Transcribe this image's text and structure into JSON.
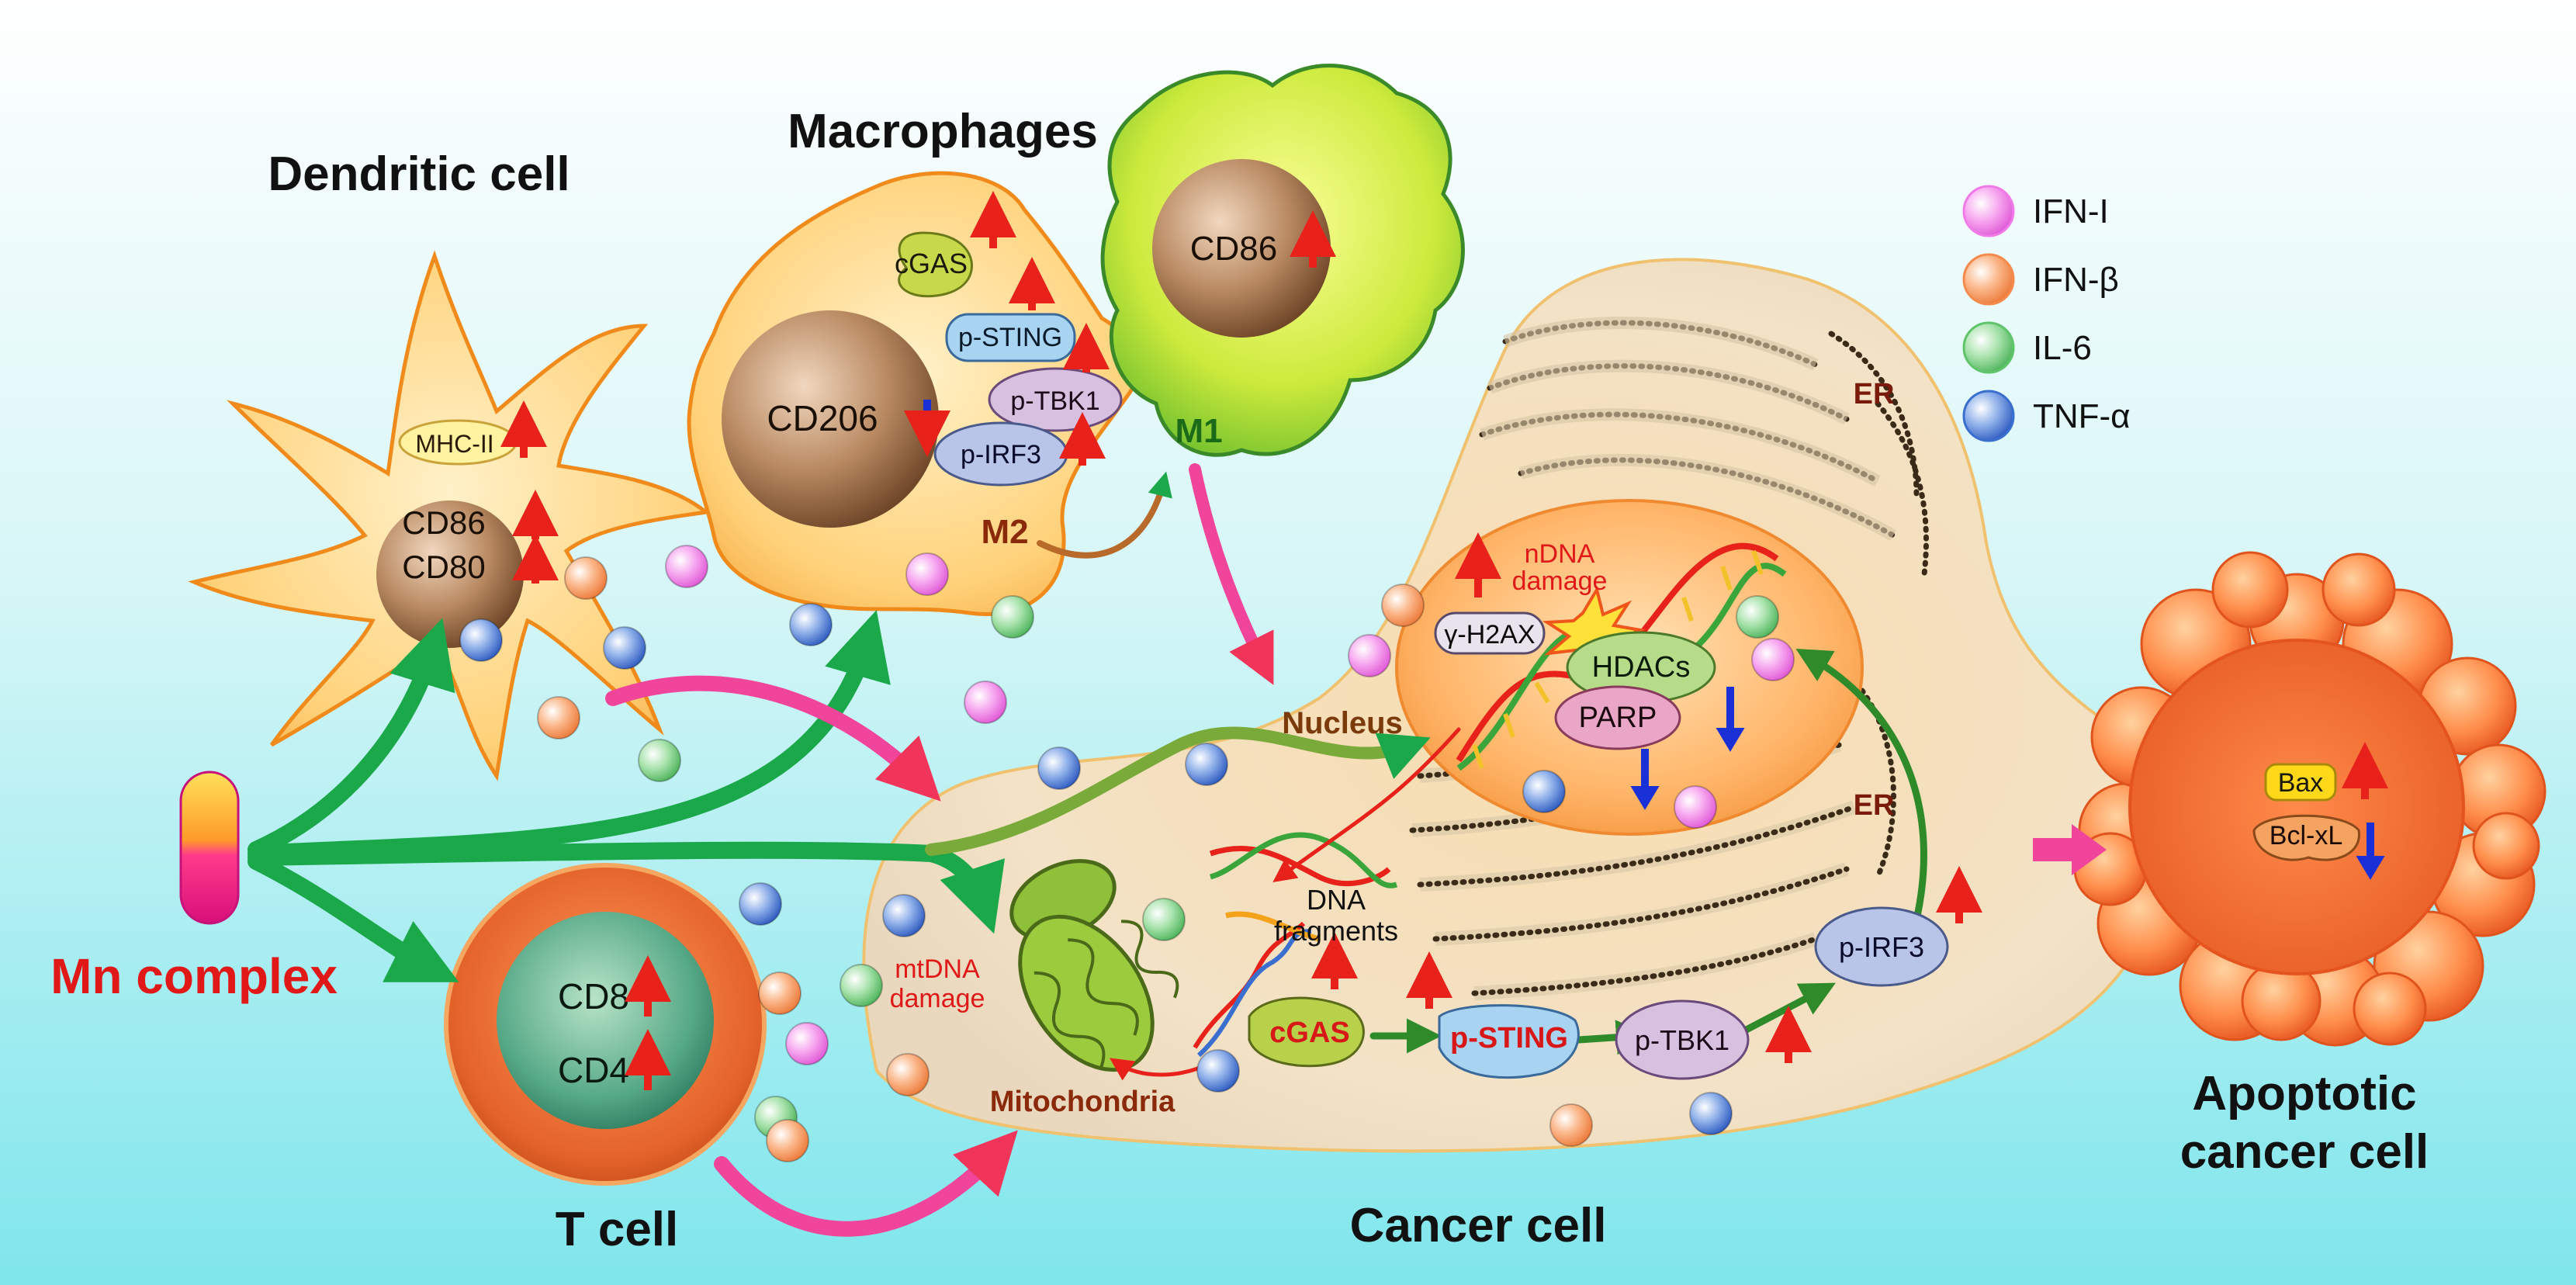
{
  "labels": {
    "dendritic_cell": "Dendritic cell",
    "macrophages": "Macrophages",
    "t_cell": "T cell",
    "cancer_cell": "Cancer cell",
    "apoptotic": [
      "Apoptotic",
      "cancer cell"
    ],
    "mn_complex": "Mn complex",
    "m1": "M1",
    "m2": "M2",
    "nucleus": "Nucleus",
    "er_top": "ER",
    "er_bottom": "ER",
    "mitochondria": "Mitochondria",
    "mtdna_damage": [
      "mtDNA",
      "damage"
    ],
    "ndna_damage": [
      "nDNA",
      "damage"
    ],
    "dna_fragments": [
      "DNA",
      "fragments"
    ]
  },
  "markers": {
    "mhc2": "MHC-II",
    "dc_cd86": "CD86",
    "dc_cd80": "CD80",
    "mac_cd206": "CD206",
    "mac_cgas": "cGAS",
    "mac_psting": "p-STING",
    "mac_ptbk1": "p-TBK1",
    "mac_pirf3": "p-IRF3",
    "m1_cd86": "CD86",
    "t_cd8": "CD8",
    "t_cd4": "CD4",
    "gh2ax": "γ-H2AX",
    "hdacs": "HDACs",
    "parp": "PARP",
    "cancer_cgas": "cGAS",
    "cancer_psting": "p-STING",
    "cancer_ptbk1": "p-TBK1",
    "cancer_pirf3": "p-IRF3",
    "bax": "Bax",
    "bclxl": "Bcl-xL"
  },
  "legend": [
    {
      "label": "IFN-I",
      "color": "#f07ae8"
    },
    {
      "label": "IFN-β",
      "color": "#f58a4c"
    },
    {
      "label": "IL-6",
      "color": "#5fc46a"
    },
    {
      "label": "TNF-α",
      "color": "#3a6fd0"
    }
  ],
  "colors": {
    "background_top": "#ffffff",
    "background_bottom": "#7fe6ec",
    "arrow_green": "#1aa84a",
    "arrow_pink": "#f0459a",
    "up_arrow": "#e8221a",
    "down_arrow": "#1a2fd6",
    "title_red": "#e01818"
  }
}
